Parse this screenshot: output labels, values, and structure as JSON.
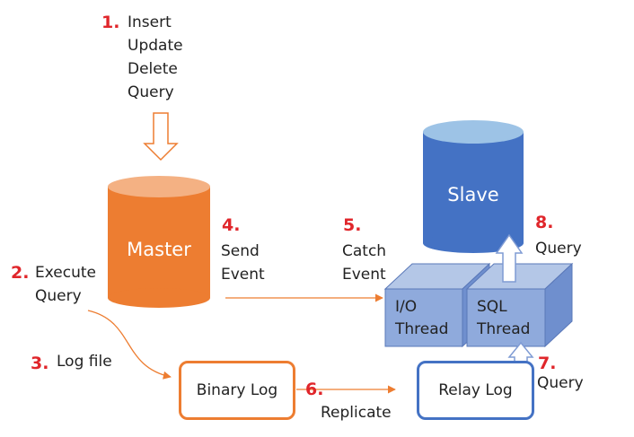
{
  "steps": {
    "s1": {
      "num": "1.",
      "lines": [
        "Insert",
        "Update",
        "Delete",
        "Query"
      ]
    },
    "s2": {
      "num": "2.",
      "line1": "Execute",
      "line2": "Query"
    },
    "s3": {
      "num": "3.",
      "label": "Log file"
    },
    "s4": {
      "num": "4.",
      "line1": "Send",
      "line2": "Event"
    },
    "s5": {
      "num": "5.",
      "line1": "Catch",
      "line2": "Event"
    },
    "s6": {
      "num": "6.",
      "label": "Replicate"
    },
    "s7": {
      "num": "7.",
      "label": "Query"
    },
    "s8": {
      "num": "8.",
      "label": "Query"
    }
  },
  "nodes": {
    "master": "Master",
    "slave": "Slave",
    "binary_log": "Binary Log",
    "relay_log": "Relay Log",
    "io_thread": {
      "line1": "I/O",
      "line2": "Thread"
    },
    "sql_thread": {
      "line1": "SQL",
      "line2": "Thread"
    }
  },
  "colors": {
    "orange": "#ed7d31",
    "orange_light": "#f4b183",
    "blue": "#4472c4",
    "blue_light": "#9dc3e6",
    "box_blue": "#8faadc",
    "step_red": "#e0262b"
  }
}
